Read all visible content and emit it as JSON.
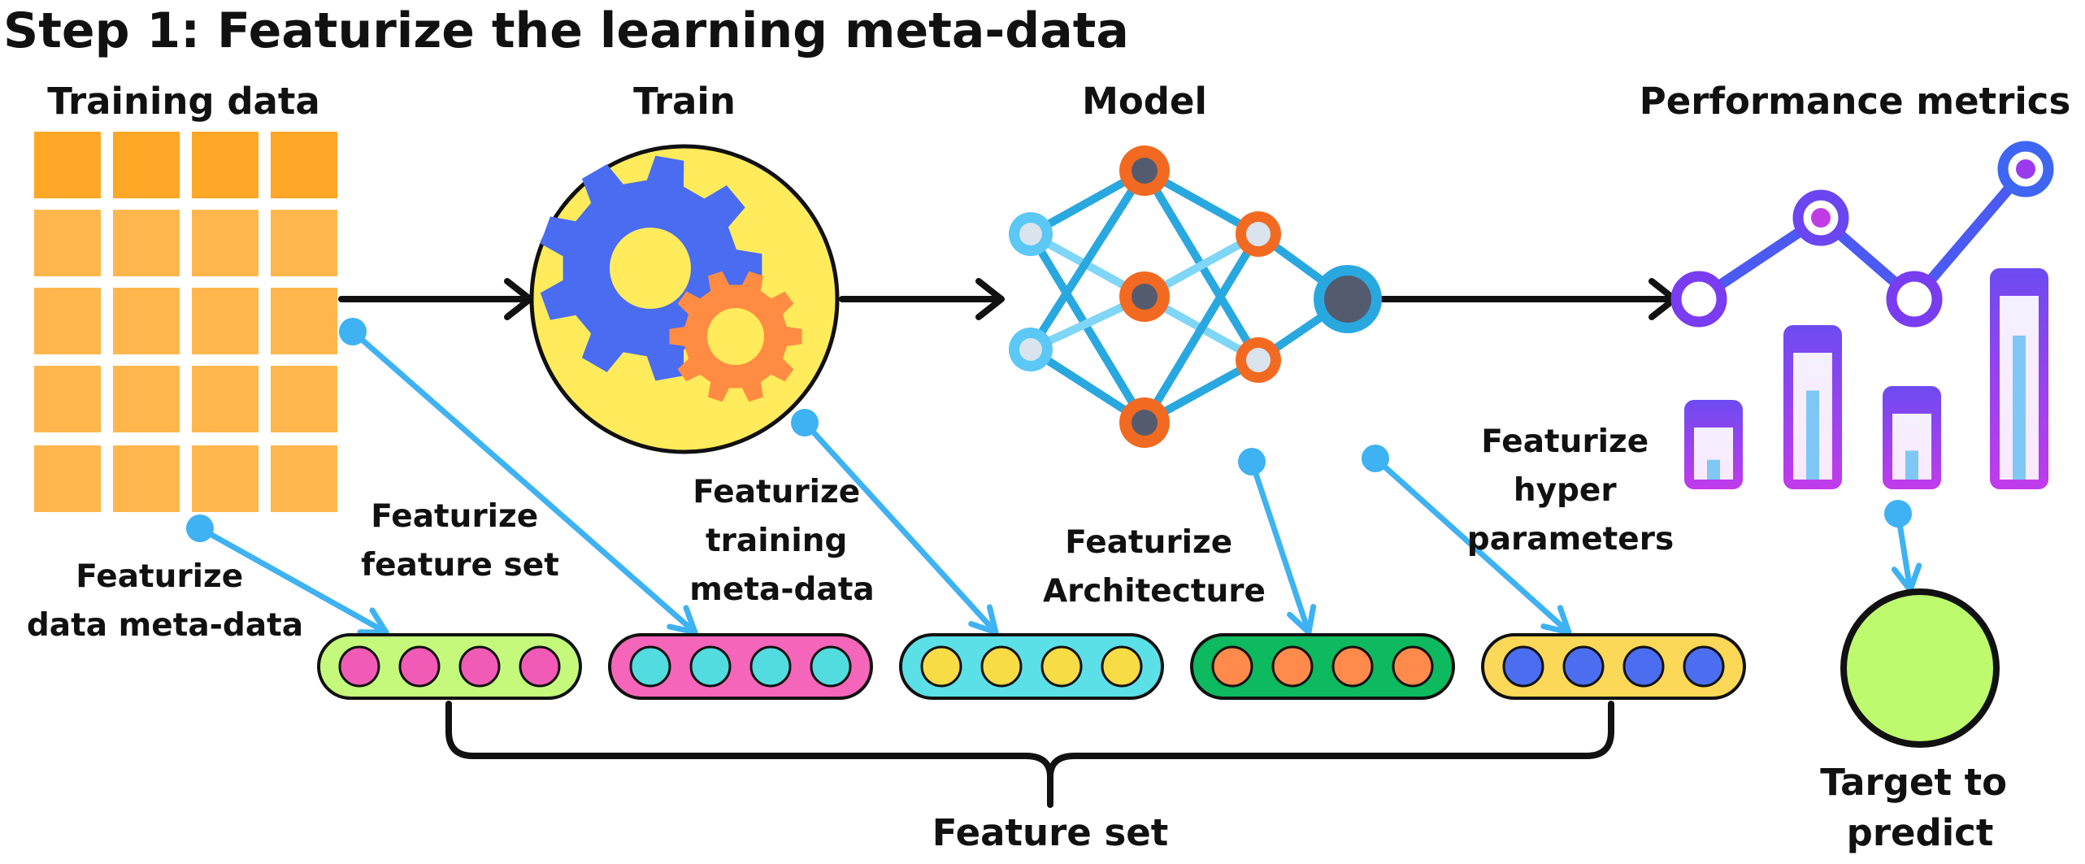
{
  "title": "Step 1: Featurize the learning meta-data",
  "stages": {
    "training_data": "Training data",
    "train": "Train",
    "model": "Model",
    "performance": "Performance metrics"
  },
  "annotations": {
    "data_meta": [
      "Featurize",
      "data meta-data"
    ],
    "feature_set": [
      "Featurize",
      "feature set"
    ],
    "training_meta": [
      "Featurize",
      "training",
      "meta-data"
    ],
    "architecture": [
      "Featurize",
      "Architecture"
    ],
    "hyper": [
      "Featurize",
      "hyper",
      "parameters"
    ]
  },
  "feature_set_label": "Feature set",
  "target_label": [
    "Target to",
    "predict"
  ],
  "colors": {
    "grid_header": "#FFA726",
    "grid_cell": "#FFB74D",
    "train_circle": "#FFEB5B",
    "gear_blue": "#4A6CF0",
    "gear_orange": "#FF8C42",
    "nn_edge": "#29A8E0",
    "nn_node_orange": "#F26A21",
    "nn_node_light": "#5BC8F5",
    "metric_purple": "#9B3BF0",
    "pointer_blue": "#3EB2F2",
    "target_green": "#BEFA6E"
  },
  "vectors": [
    {
      "bg": "#C4F97C",
      "dot": "#F25BB5"
    },
    {
      "bg": "#F566BA",
      "dot": "#52DCE0"
    },
    {
      "bg": "#5CE0E8",
      "dot": "#F8DC45"
    },
    {
      "bg": "#0DBA5F",
      "dot": "#FF8A4C"
    },
    {
      "bg": "#FBD857",
      "dot": "#4B6EF0"
    }
  ]
}
